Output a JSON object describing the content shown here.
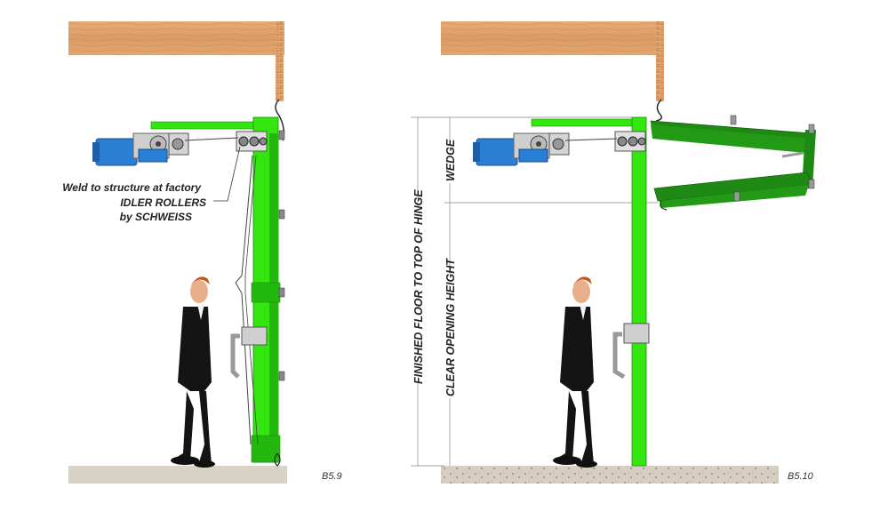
{
  "left": {
    "callout_line1": "Weld to structure at factory",
    "callout_line2": "IDLER ROLLERS",
    "callout_line3": "by SCHWEISS",
    "figure_id": "B5.9"
  },
  "right": {
    "dim_outer": "FINISHED FLOOR TO TOP OF HINGE",
    "dim_wedge": "WEDGE",
    "dim_clear": "CLEAR OPENING HEIGHT",
    "figure_id": "B5.10"
  },
  "colors": {
    "door_green": "#33e60f",
    "door_green_dark": "#1e8a14",
    "motor_blue": "#2a7fd4",
    "header_wood": "#e0a26c",
    "floor": "#d9d3c6"
  }
}
